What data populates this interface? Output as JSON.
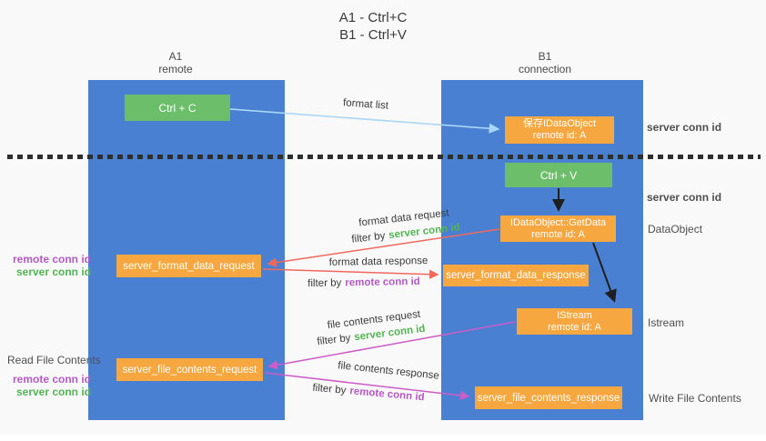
{
  "title": {
    "line1": "A1 - Ctrl+C",
    "line2": "B1 - Ctrl+V"
  },
  "lanes": {
    "left": {
      "name": "A1",
      "role": "remote"
    },
    "right": {
      "name": "B1",
      "role": "connection"
    }
  },
  "nodes": {
    "ctrl_c": {
      "label": "Ctrl + C"
    },
    "ctrl_v": {
      "label": "Ctrl + V"
    },
    "save_dataobject": {
      "line1": "保存IDataObject",
      "line2": "remote id: A"
    },
    "getdata": {
      "line1": "IDataObject::GetData",
      "line2": "remote id: A"
    },
    "istream": {
      "line1": "IStream",
      "line2": "remote id: A"
    },
    "format_request": {
      "label": "server_format_data_request"
    },
    "format_response": {
      "label": "server_format_data_response"
    },
    "file_request": {
      "label": "server_file_contents_request"
    },
    "file_response": {
      "label": "server_file_contents_response"
    }
  },
  "arrow_labels": {
    "format_list": "format list",
    "format_data_request": "format data request",
    "format_data_response": "format data response",
    "file_contents_request": "file contents request",
    "file_contents_response": "file contents response"
  },
  "annotations": {
    "filter_by": "filter by",
    "server_conn_id": "server conn id",
    "remote_conn_id": "remote conn id",
    "dataobject": "DataObject",
    "istream": "Istream",
    "read_file_contents": "Read File Contents",
    "write_file_contents": "Write File Contents"
  },
  "colors": {
    "lane_blue": "#4a80d2",
    "node_green": "#6cbe6a",
    "node_orange": "#f7a73f",
    "green_text": "#53b453",
    "purple_text": "#b35ac4",
    "red_arrow": "#f2695c",
    "magenta_arrow": "#cd5bc8",
    "light_blue_arrow": "#a9d7f5",
    "black_arrow": "#1f1f1f"
  }
}
